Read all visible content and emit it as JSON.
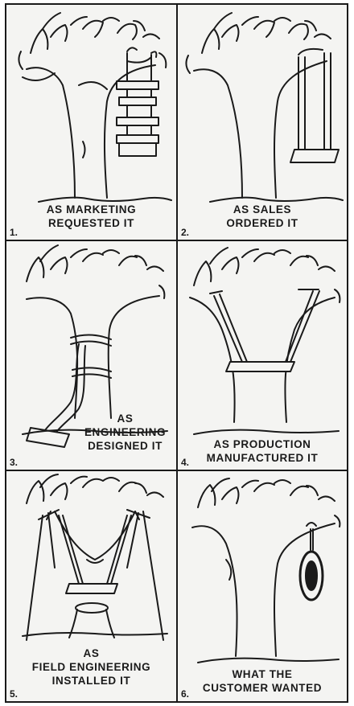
{
  "panels": [
    {
      "number": "1.",
      "lines": [
        "AS MARKETING",
        "REQUESTED IT"
      ]
    },
    {
      "number": "2.",
      "lines": [
        "AS SALES",
        "ORDERED IT"
      ]
    },
    {
      "number": "3.",
      "lines": [
        "AS",
        "ENGINEERING",
        "DESIGNED IT"
      ]
    },
    {
      "number": "4.",
      "lines": [
        "AS PRODUCTION",
        "MANUFACTURED IT"
      ]
    },
    {
      "number": "5.",
      "lines": [
        "AS",
        "FIELD ENGINEERING",
        "INSTALLED IT"
      ]
    },
    {
      "number": "6.",
      "lines": [
        "WHAT THE",
        "CUSTOMER WANTED"
      ]
    }
  ],
  "colors": {
    "ink": "#1a1a1a",
    "paper": "#f4f4f2"
  }
}
